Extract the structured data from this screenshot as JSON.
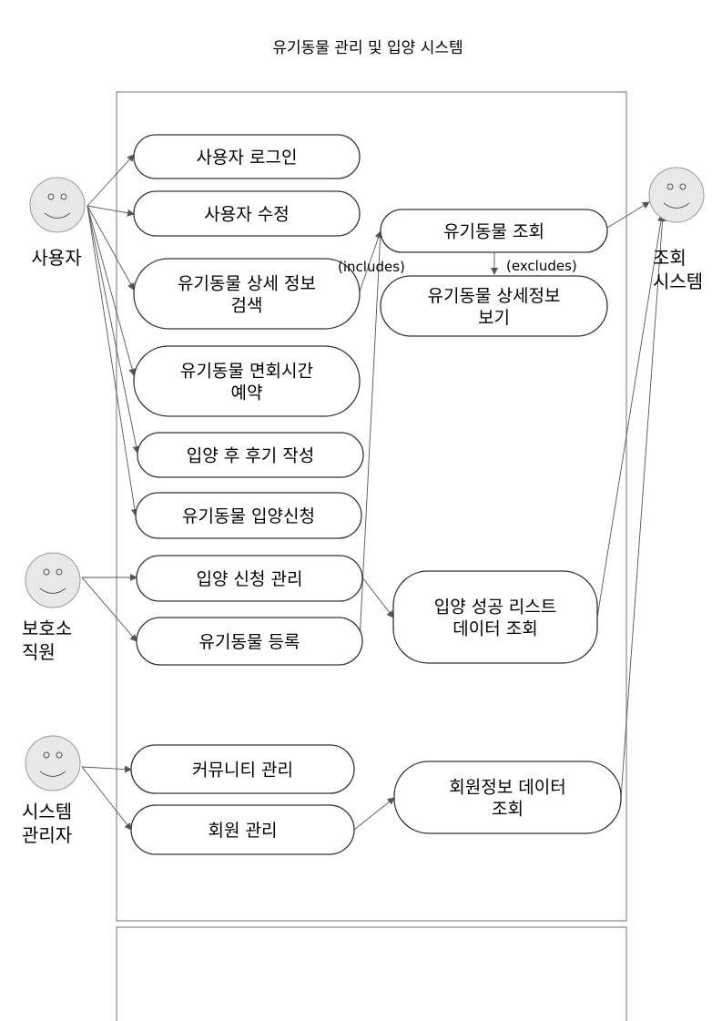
{
  "title": "유기동물 관리 및 입양 시스템",
  "actors": [
    {
      "id": "user",
      "label_lines": [
        "사용자"
      ]
    },
    {
      "id": "staff",
      "label_lines": [
        "보호소",
        "직원"
      ]
    },
    {
      "id": "admin",
      "label_lines": [
        "시스템",
        "관리자"
      ]
    },
    {
      "id": "lookup",
      "label_lines": [
        "조회",
        "시스템"
      ]
    }
  ],
  "use_cases": [
    {
      "id": "login",
      "label_lines": [
        "사용자 로그인"
      ]
    },
    {
      "id": "edit_user",
      "label_lines": [
        "사용자 수정"
      ]
    },
    {
      "id": "search_detail",
      "label_lines": [
        "유기동물 상세 정보",
        "검색"
      ]
    },
    {
      "id": "reserve_visit",
      "label_lines": [
        "유기동물 면회시간",
        "예약"
      ]
    },
    {
      "id": "write_review",
      "label_lines": [
        "입양 후 후기 작성"
      ]
    },
    {
      "id": "apply_adopt",
      "label_lines": [
        "유기동물 입양신청"
      ]
    },
    {
      "id": "manage_apply",
      "label_lines": [
        "입양 신청 관리"
      ]
    },
    {
      "id": "register_animal",
      "label_lines": [
        "유기동물 등록"
      ]
    },
    {
      "id": "manage_community",
      "label_lines": [
        "커뮤니티 관리"
      ]
    },
    {
      "id": "manage_member",
      "label_lines": [
        "회원 관리"
      ]
    },
    {
      "id": "view_animal",
      "label_lines": [
        "유기동물 조회"
      ]
    },
    {
      "id": "view_detail",
      "label_lines": [
        "유기동물 상세정보",
        "보기"
      ]
    },
    {
      "id": "adopt_success",
      "label_lines": [
        "입양 성공 리스트",
        "데이터 조회"
      ]
    },
    {
      "id": "member_data",
      "label_lines": [
        "회원정보 데이터",
        "조회"
      ]
    }
  ],
  "relation_labels": {
    "includes": "(includes)",
    "excludes": "(excludes)"
  },
  "connections": [
    {
      "from": "user",
      "to": "login"
    },
    {
      "from": "user",
      "to": "edit_user"
    },
    {
      "from": "user",
      "to": "search_detail"
    },
    {
      "from": "user",
      "to": "reserve_visit"
    },
    {
      "from": "user",
      "to": "write_review"
    },
    {
      "from": "user",
      "to": "apply_adopt"
    },
    {
      "from": "staff",
      "to": "manage_apply"
    },
    {
      "from": "staff",
      "to": "register_animal"
    },
    {
      "from": "admin",
      "to": "manage_community"
    },
    {
      "from": "admin",
      "to": "manage_member"
    },
    {
      "from": "search_detail",
      "to": "view_animal",
      "label": "includes"
    },
    {
      "from": "register_animal",
      "to": "view_animal"
    },
    {
      "from": "view_animal",
      "to": "view_detail",
      "label": "excludes"
    },
    {
      "from": "view_animal",
      "to": "lookup"
    },
    {
      "from": "manage_apply",
      "to": "adopt_success"
    },
    {
      "from": "adopt_success",
      "to": "lookup"
    },
    {
      "from": "manage_member",
      "to": "member_data"
    },
    {
      "from": "member_data",
      "to": "lookup"
    }
  ],
  "colors": {
    "stroke": "#333333",
    "face_fill": "#e8e8e8",
    "face_stroke": "#999999",
    "boundary": "#888888",
    "arrow": "#555555"
  }
}
